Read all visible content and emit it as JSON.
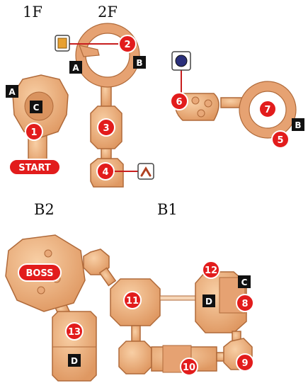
{
  "floors": {
    "f1": "1F",
    "f2": "2F",
    "b1": "B1",
    "b2": "B2"
  },
  "labels": {
    "start": "START",
    "boss": "BOSS"
  },
  "markers": [
    "1",
    "2",
    "3",
    "4",
    "5",
    "6",
    "7",
    "8",
    "9",
    "10",
    "11",
    "12",
    "13"
  ],
  "tags": {
    "a": "A",
    "b": "B",
    "c": "C",
    "d": "D"
  },
  "icons": {
    "map_item": "map-scroll-icon",
    "key_item": "boomerang-icon",
    "orb_item": "blue-orb-icon"
  },
  "colors": {
    "room_fill": "#f0b482",
    "room_stroke": "#b06a3a",
    "marker_red": "#e21c1c",
    "tag_black": "#111111",
    "connector_red": "#c81e1e"
  }
}
